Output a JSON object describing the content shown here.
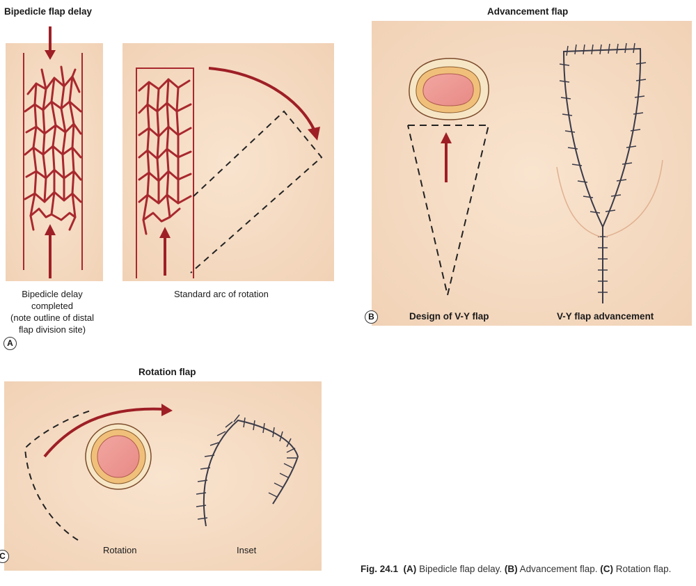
{
  "panel_a": {
    "title": "Bipedicle flap delay",
    "letter": "A",
    "label_left": [
      "Bipedicle delay completed",
      "(note outline of distal",
      "flap division site)"
    ],
    "label_right": "Standard arc of rotation"
  },
  "panel_b": {
    "title": "Advancement flap",
    "letter": "B",
    "label_left": "Design of V-Y flap",
    "label_right": "V-Y flap advancement"
  },
  "panel_c": {
    "title": "Rotation flap",
    "letter": "C",
    "label_left": "Rotation",
    "label_right": "Inset"
  },
  "caption": {
    "fig": "Fig. 24.1",
    "a_tag": "(A)",
    "a_text": "Bipedicle flap delay.",
    "b_tag": "(B)",
    "b_text": "Advancement flap.",
    "c_tag": "(C)",
    "c_text": "Rotation flap."
  },
  "colors": {
    "skin": "#f6dcc4",
    "vessel": "#a8282e",
    "arrow": "#9e1f26",
    "suture": "#3a3a48"
  }
}
